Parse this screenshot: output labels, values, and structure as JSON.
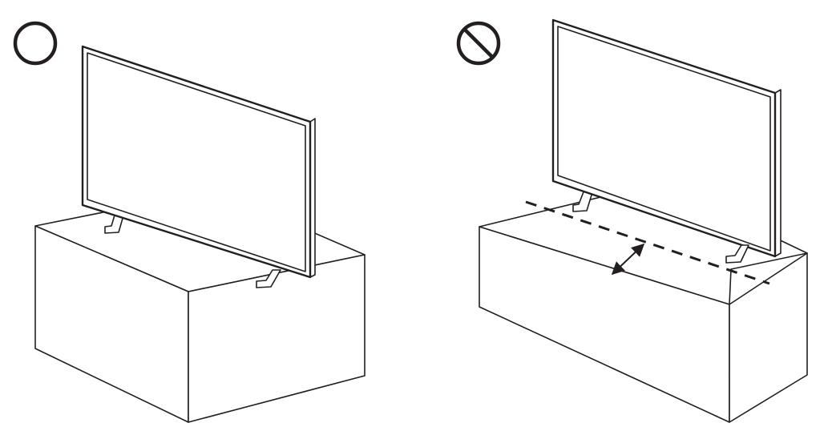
{
  "panels": [
    {
      "id": "correct",
      "indicator": "circle-icon",
      "meaning": "correct-installation"
    },
    {
      "id": "incorrect",
      "indicator": "prohibited-icon",
      "meaning": "incorrect-installation"
    }
  ],
  "colors": {
    "line": "#231f20",
    "background": "#ffffff"
  }
}
